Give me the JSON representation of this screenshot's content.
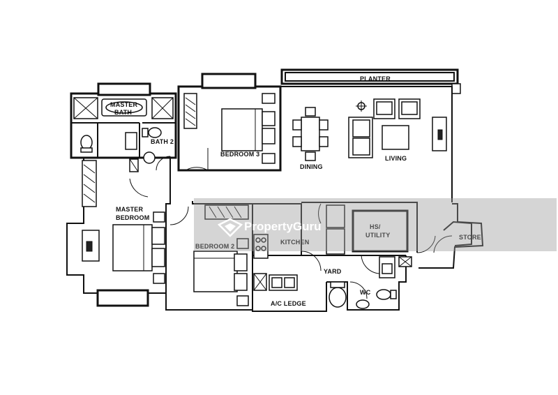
{
  "rooms": {
    "planter": "PLANTER",
    "master_bath_line1": "MASTER",
    "master_bath_line2": "BATH",
    "bath2": "BATH 2",
    "bedroom3": "BEDROOM 3",
    "dining": "DINING",
    "living": "LIVING",
    "master_bedroom_line1": "MASTER",
    "master_bedroom_line2": "BEDROOM",
    "bedroom2": "BEDROOM 2",
    "kitchen": "KITCHEN",
    "hs_utility_line1": "HS/",
    "hs_utility_line2": "UTILITY",
    "store": "STORE",
    "yard": "YARD",
    "wc": "WC",
    "ac_ledge": "A/C LEDGE"
  },
  "watermark": {
    "brand": "PropertyGuru",
    "icon": "propertyguru-logo-icon"
  },
  "colors": {
    "line": "#111111",
    "background": "#ffffff",
    "watermark_band": "#9a9a9a"
  }
}
